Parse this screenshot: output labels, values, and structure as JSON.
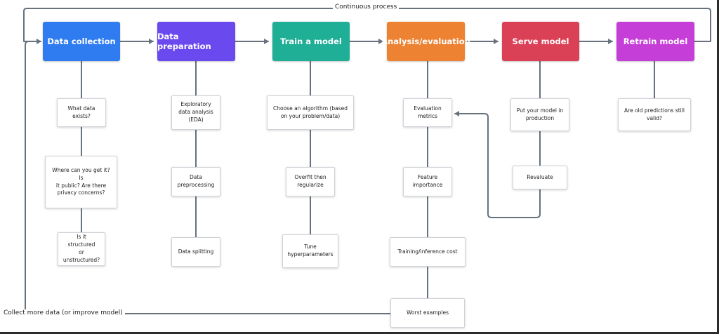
{
  "colors": {
    "data_collection": "#2f7cf0",
    "data_preparation": "#6a49ef",
    "train_model": "#1fae96",
    "analysis": "#ec8232",
    "serve_model": "#db4156",
    "retrain_model": "#c63ed8",
    "connector": "#67727d"
  },
  "labels": {
    "continuous_process": "Continuous process",
    "collect_more": "Collect more data (or improve model)"
  },
  "stages": {
    "data_collection": "Data collection",
    "data_preparation": "Data preparation",
    "train_model": "Train a model",
    "analysis": "Analysis/evaluation",
    "serve_model": "Serve model",
    "retrain_model": "Retrain model"
  },
  "cards": {
    "what_data": "What data\nexists?",
    "where_data": "Where can you get it? Is\nit public? Are there\nprivacy concerns?",
    "structured": "Is it structured\nor\nunstructured?",
    "eda": "Exploratory\ndata analysis\n(EDA)",
    "preprocessing": "Data\npreprocessing",
    "splitting": "Data splitting",
    "algorithm": "Choose an algorithm (based\non your problem/data)",
    "overfit": "Overfit then\nregularize",
    "tune": "Tune\nhyperparameters",
    "eval_metrics": "Evaluation\nmetrics",
    "feature_importance": "Feature\nimportance",
    "cost": "Training/inference cost",
    "worst": "Worst examples",
    "put_in_production": "Put your model in\nproduction",
    "revaluate": "Revaluate",
    "old_predictions": "Are old predictions still\nvalid?"
  }
}
